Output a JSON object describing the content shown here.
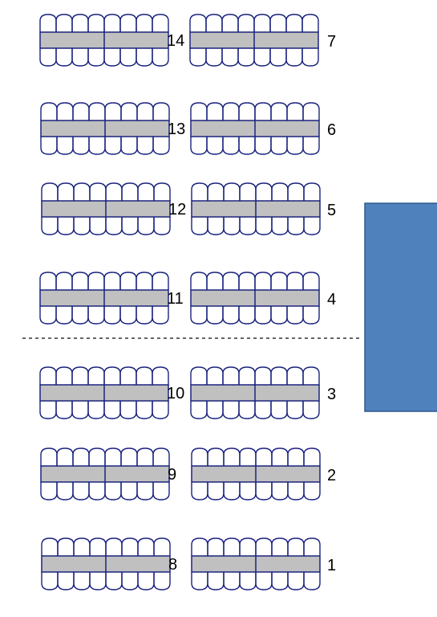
{
  "colors": {
    "chair_stroke": "#1a237e",
    "table_fill": "#c0c0c0",
    "table_stroke": "#1a237e",
    "divider": "#333333",
    "stage_fill": "#4f81bd",
    "stage_stroke": "#2e5a8a"
  },
  "rows": [
    {
      "left_label": "14",
      "right_label": "7"
    },
    {
      "left_label": "13",
      "right_label": "6"
    },
    {
      "left_label": "12",
      "right_label": "5"
    },
    {
      "left_label": "11",
      "right_label": "4"
    },
    {
      "left_label": "10",
      "right_label": "3"
    },
    {
      "left_label": "9",
      "right_label": "2"
    },
    {
      "left_label": "8",
      "right_label": "1"
    }
  ],
  "chairs_per_side": 8,
  "divider_style": "dashed",
  "stage": {
    "shape": "rectangle"
  }
}
